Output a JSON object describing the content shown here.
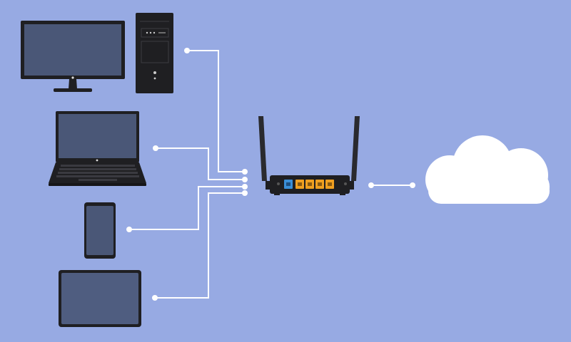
{
  "colors": {
    "background": "#97aae3",
    "device_body": "#1f1f22",
    "device_screen": "#4a5777",
    "tablet_screen": "#4f5d80",
    "wire": "#ffffff",
    "cloud": "#ffffff",
    "router_ports": "#f0a020",
    "router_wan_port": "#3a8fd8"
  },
  "devices": [
    {
      "id": "desktop-monitor",
      "icon": "monitor-icon"
    },
    {
      "id": "desktop-tower",
      "icon": "computer-tower-icon"
    },
    {
      "id": "laptop",
      "icon": "laptop-icon"
    },
    {
      "id": "smartphone",
      "icon": "smartphone-icon"
    },
    {
      "id": "tablet",
      "icon": "tablet-icon"
    }
  ],
  "network": {
    "router": {
      "icon": "wifi-router-icon",
      "lan_ports": 4,
      "wan_ports": 1
    },
    "cloud": {
      "icon": "cloud-icon"
    },
    "connections": [
      {
        "from": "desktop-tower",
        "to": "router"
      },
      {
        "from": "laptop",
        "to": "router"
      },
      {
        "from": "smartphone",
        "to": "router"
      },
      {
        "from": "tablet",
        "to": "router"
      },
      {
        "from": "router",
        "to": "cloud"
      }
    ]
  }
}
